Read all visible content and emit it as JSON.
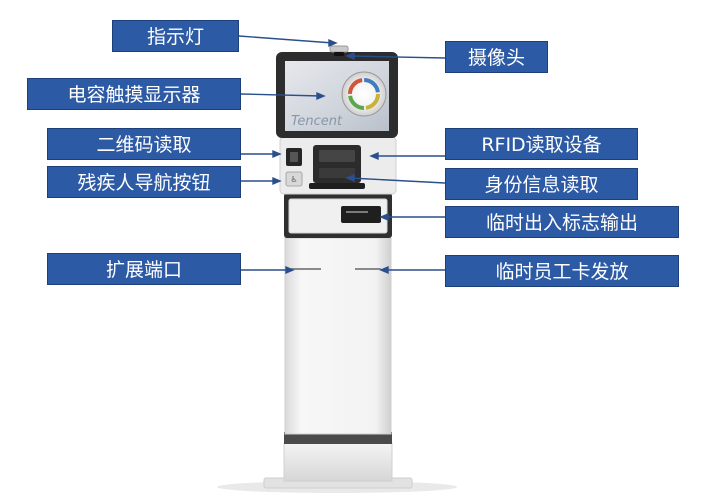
{
  "labels": {
    "indicator_light": "指示灯",
    "camera": "摄像头",
    "touch_display": "电容触摸显示器",
    "qr_reader": "二维码读取",
    "rfid_reader": "RFID读取设备",
    "disabled_nav_button": "残疾人导航按钮",
    "id_reader": "身份信息读取",
    "temp_pass_output": "临时出入标志输出",
    "expansion_port": "扩展端口",
    "temp_card_issue": "临时员工卡发放"
  },
  "screen": {
    "logo_text": "Tencent"
  },
  "colors": {
    "label_bg": "#2d5aa5",
    "label_text": "#ffffff",
    "kiosk_body": "#f1f1f1",
    "kiosk_dark": "#3a3a3a"
  }
}
